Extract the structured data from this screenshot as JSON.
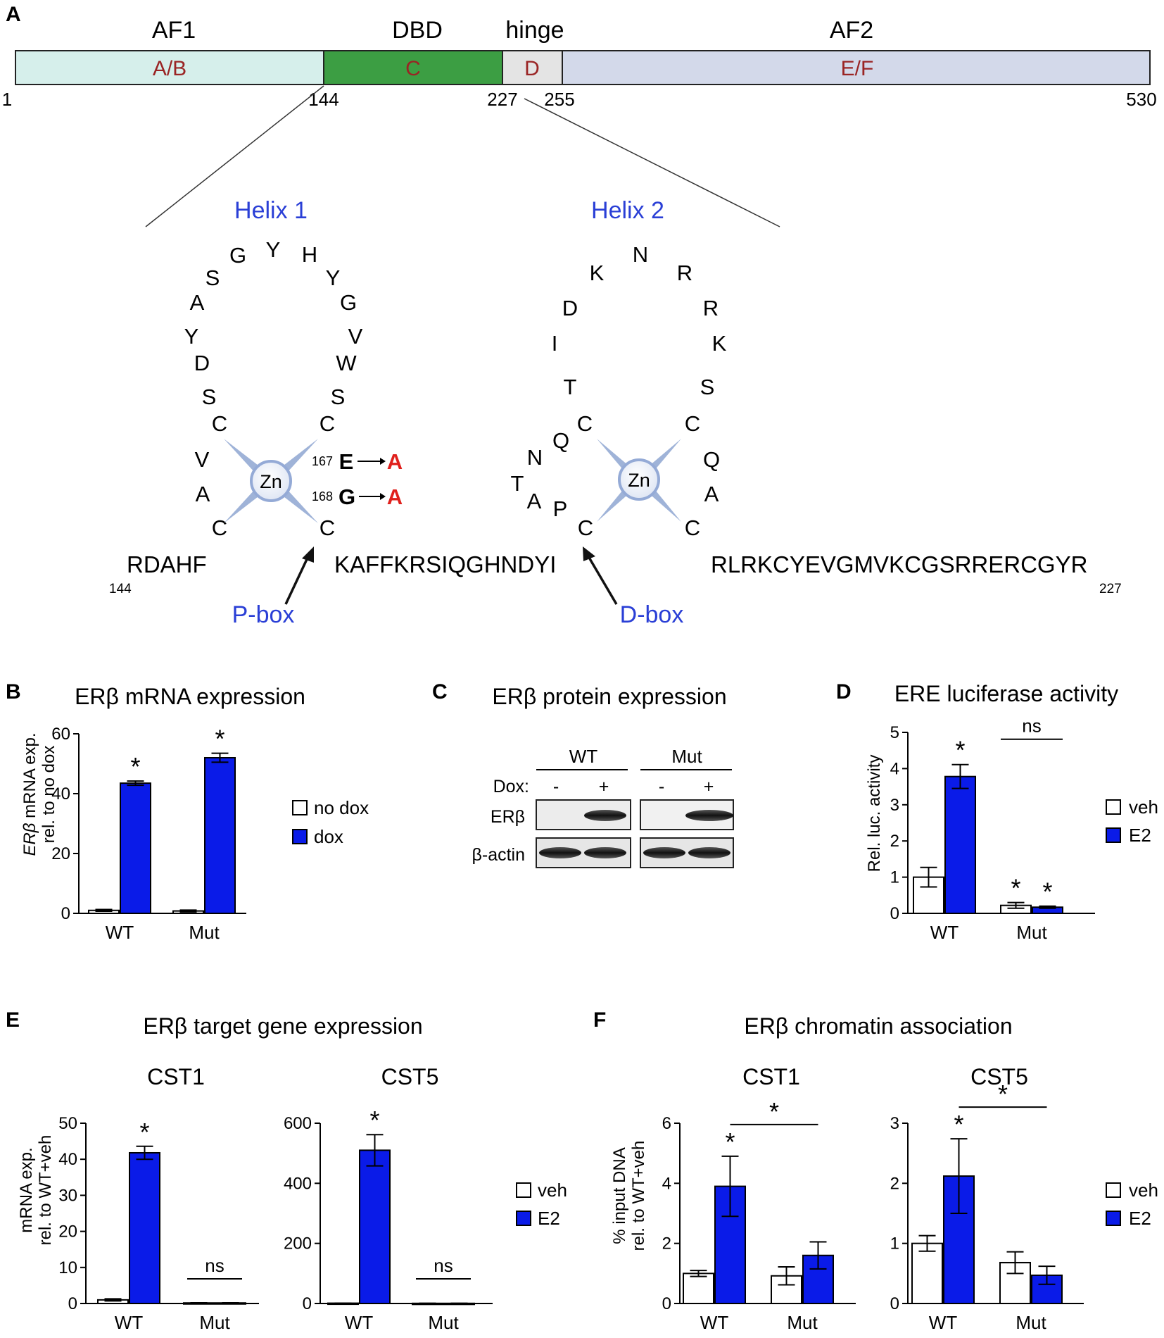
{
  "panelA": {
    "letter": "A",
    "domain_titles": [
      "AF1",
      "DBD",
      "hinge",
      "AF2"
    ],
    "domains": [
      {
        "label": "A/B",
        "start": 1,
        "end": 144,
        "color": "#d6efeb"
      },
      {
        "label": "C",
        "start": 144,
        "end": 227,
        "color": "#3c9e43"
      },
      {
        "label": "D",
        "start": 227,
        "end": 255,
        "color": "#e4e4e4"
      },
      {
        "label": "E/F",
        "start": 255,
        "end": 530,
        "color": "#d3d9ea"
      }
    ],
    "positions": [
      "1",
      "144",
      "227",
      "255",
      "530"
    ],
    "helix1_title": "Helix 1",
    "helix2_title": "Helix 2",
    "helix1_letters": [
      "C",
      "A",
      "V",
      "C",
      "S",
      "D",
      "Y",
      "A",
      "S",
      "G",
      "Y",
      "H",
      "Y",
      "G",
      "V",
      "W",
      "S",
      "C",
      "E",
      "G",
      "C"
    ],
    "helix2_letters": [
      "C",
      "P",
      "A",
      "T",
      "N",
      "Q",
      "C",
      "T",
      "I",
      "D",
      "K",
      "N",
      "R",
      "R",
      "K",
      "S",
      "C",
      "Q",
      "A",
      "C"
    ],
    "zn": "Zn",
    "mut1_pos": "167",
    "mut1_from": "E",
    "mut1_to": "A",
    "mut2_pos": "168",
    "mut2_from": "G",
    "mut2_to": "A",
    "seq_left": "RDAHF",
    "seq_left_num": "144",
    "seq_mid": "KAFFKRSIQGHNDYI",
    "seq_right": "RLRKCYEVGMVKCGSRRERCGYR",
    "seq_right_num": "227",
    "pbox": "P-box",
    "dbox": "D-box"
  },
  "panelB": {
    "letter": "B",
    "title": "ERβ mRNA expression",
    "ylabel_italic": "ERβ",
    "ylabel_rest": " mRNA exp.",
    "ylabel2": "rel. to no dox",
    "legend": [
      "no dox",
      "dox"
    ]
  },
  "panelC": {
    "letter": "C",
    "title": "ERβ protein expression",
    "group_wt": "WT",
    "group_mut": "Mut",
    "dox_label": "Dox:",
    "dox_marks": [
      "-",
      "+",
      "-",
      "+"
    ],
    "row1": "ERβ",
    "row2": "β-actin"
  },
  "panelD": {
    "letter": "D",
    "title": "ERE luciferase activity",
    "ylabel": "Rel. luc. activity",
    "legend": [
      "veh",
      "E2"
    ],
    "ns": "ns"
  },
  "panelE": {
    "letter": "E",
    "title": "ERβ target gene expression",
    "ylabel": "mRNA exp.",
    "ylabel2": "rel. to WT+veh",
    "legend": [
      "veh",
      "E2"
    ]
  },
  "panelF": {
    "letter": "F",
    "title": "ERβ chromatin association",
    "ylabel": "% input DNA",
    "ylabel2": "rel. to WT+veh",
    "legend": [
      "veh",
      "E2"
    ]
  },
  "chart_data": [
    {
      "type": "bar",
      "panel": "B",
      "categories": [
        "WT",
        "Mut"
      ],
      "series": [
        {
          "name": "no dox",
          "values": [
            1,
            0.8
          ],
          "err": [
            0.3,
            0.3
          ]
        },
        {
          "name": "dox",
          "values": [
            43.5,
            52
          ],
          "err": [
            0.7,
            1.5
          ]
        }
      ],
      "ylim": [
        0,
        60
      ],
      "yticks": [
        0,
        20,
        40,
        60
      ],
      "annotations": [
        {
          "text": "*",
          "series": 1,
          "cat": 0
        },
        {
          "text": "*",
          "series": 1,
          "cat": 1
        }
      ]
    },
    {
      "type": "bar",
      "panel": "D",
      "categories": [
        "WT",
        "Mut"
      ],
      "series": [
        {
          "name": "veh",
          "values": [
            1.0,
            0.22
          ],
          "err": [
            0.27,
            0.08
          ]
        },
        {
          "name": "E2",
          "values": [
            3.78,
            0.17
          ],
          "err": [
            0.33,
            0.03
          ]
        }
      ],
      "ylim": [
        0,
        5
      ],
      "yticks": [
        0,
        1,
        2,
        3,
        4,
        5
      ],
      "annotations": [
        {
          "text": "*",
          "series": 1,
          "cat": 0
        },
        {
          "text": "*",
          "series": 0,
          "cat": 1
        },
        {
          "text": "*",
          "series": 1,
          "cat": 1
        }
      ],
      "brackets": [
        {
          "text": "ns",
          "from": [
            0,
            1
          ],
          "to": [
            1,
            1
          ]
        }
      ]
    },
    {
      "type": "bar",
      "panel": "E",
      "title": "CST1",
      "categories": [
        "WT",
        "Mut"
      ],
      "series": [
        {
          "name": "veh",
          "values": [
            1.0,
            0.15
          ],
          "err": [
            0.3,
            0.05
          ]
        },
        {
          "name": "E2",
          "values": [
            41.8,
            0.15
          ],
          "err": [
            1.8,
            0.05
          ]
        }
      ],
      "ylim": [
        0,
        50
      ],
      "yticks": [
        0,
        10,
        20,
        30,
        40,
        50
      ],
      "annotations": [
        {
          "text": "*",
          "series": 1,
          "cat": 0
        }
      ],
      "brackets": [
        {
          "text": "ns",
          "from": [
            0,
            1
          ],
          "to": [
            1,
            1
          ]
        }
      ]
    },
    {
      "type": "bar",
      "panel": "E",
      "title": "CST5",
      "categories": [
        "WT",
        "Mut"
      ],
      "series": [
        {
          "name": "veh",
          "values": [
            1,
            0.5
          ],
          "err": [
            0.3,
            0.1
          ]
        },
        {
          "name": "E2",
          "values": [
            510,
            0.5
          ],
          "err": [
            52,
            0.1
          ]
        }
      ],
      "ylim": [
        0,
        600
      ],
      "yticks": [
        0,
        200,
        400,
        600
      ],
      "annotations": [
        {
          "text": "*",
          "series": 1,
          "cat": 0
        }
      ],
      "brackets": [
        {
          "text": "ns",
          "from": [
            0,
            1
          ],
          "to": [
            1,
            1
          ]
        }
      ]
    },
    {
      "type": "bar",
      "panel": "F",
      "title": "CST1",
      "categories": [
        "WT",
        "Mut"
      ],
      "series": [
        {
          "name": "veh",
          "values": [
            1.0,
            0.92
          ],
          "err": [
            0.1,
            0.3
          ]
        },
        {
          "name": "E2",
          "values": [
            3.9,
            1.6
          ],
          "err": [
            1.0,
            0.45
          ]
        }
      ],
      "ylim": [
        0,
        6
      ],
      "yticks": [
        0,
        2,
        4,
        6
      ],
      "annotations": [
        {
          "text": "*",
          "series": 1,
          "cat": 0
        }
      ],
      "brackets": [
        {
          "text": "*",
          "from": [
            0,
            1
          ],
          "to": [
            1,
            1
          ]
        }
      ]
    },
    {
      "type": "bar",
      "panel": "F",
      "title": "CST5",
      "categories": [
        "WT",
        "Mut"
      ],
      "series": [
        {
          "name": "veh",
          "values": [
            1.0,
            0.68
          ],
          "err": [
            0.13,
            0.18
          ]
        },
        {
          "name": "E2",
          "values": [
            2.12,
            0.47
          ],
          "err": [
            0.62,
            0.15
          ]
        }
      ],
      "ylim": [
        0,
        3
      ],
      "yticks": [
        0,
        1,
        2,
        3
      ],
      "annotations": [
        {
          "text": "*",
          "series": 1,
          "cat": 0
        }
      ],
      "brackets": [
        {
          "text": "*",
          "from": [
            0,
            1
          ],
          "to": [
            1,
            1
          ]
        }
      ]
    }
  ]
}
